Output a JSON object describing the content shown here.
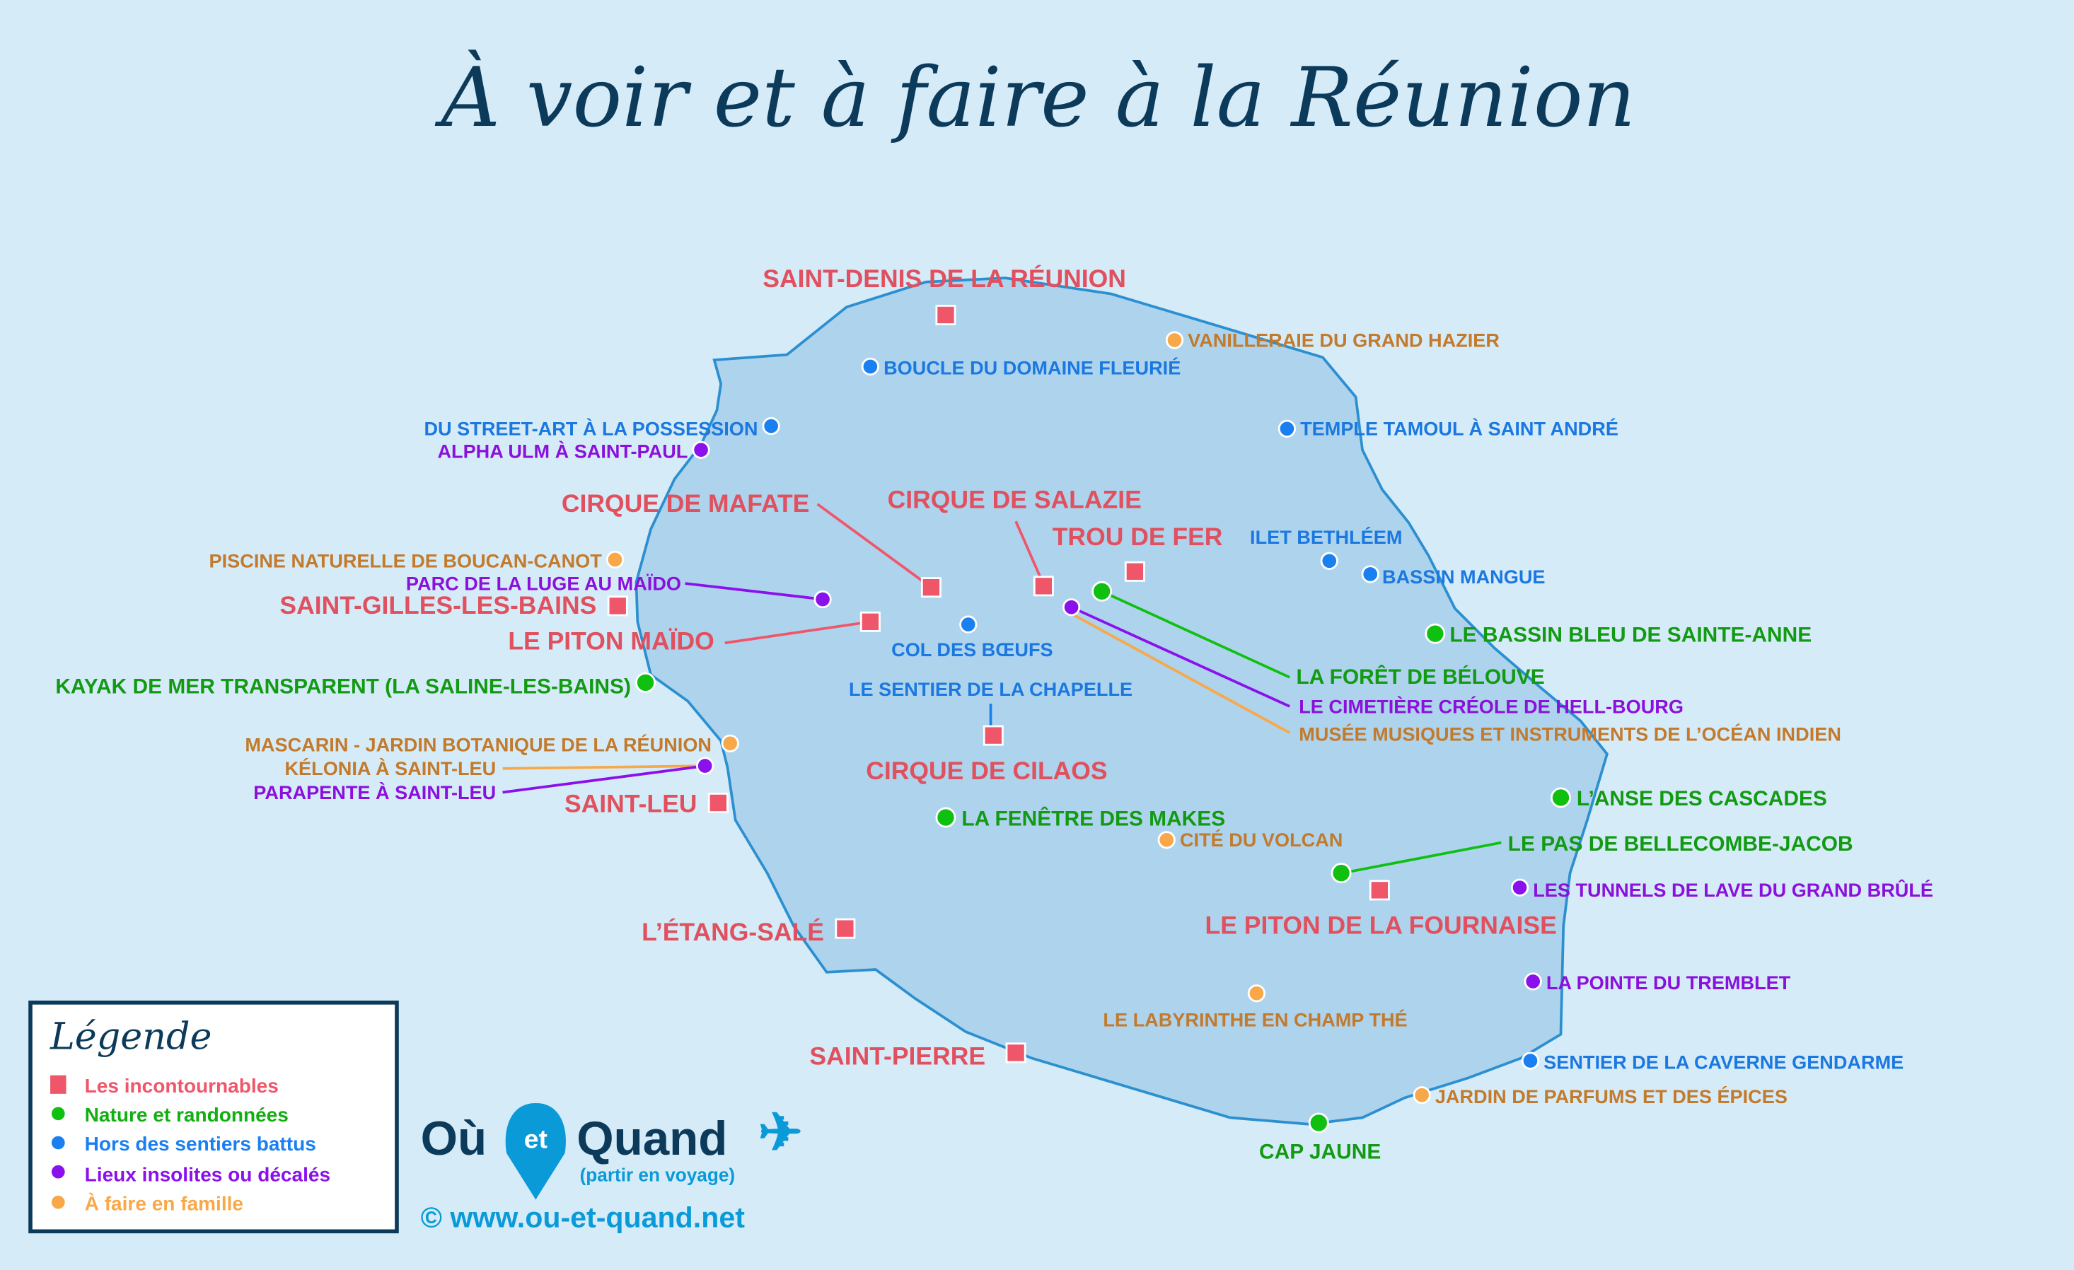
{
  "title": "À voir et à faire à la Réunion",
  "colors": {
    "red": "#f0566a",
    "green": "#10c010",
    "blue": "#1a7ff0",
    "purple": "#8a10ec",
    "orange": "#f8a848",
    "sea": "#d6ebf8",
    "island": "#aed3ec",
    "navy": "#0c3a5a"
  },
  "legend": {
    "title": "Légende",
    "items": [
      "Les incontournables",
      "Nature et randonnées",
      "Hors des sentiers battus",
      "Lieux insolites ou décalés",
      "À faire en famille"
    ]
  },
  "places": {
    "saint_denis": "SAINT-DENIS DE LA RÉUNION",
    "vanilleraie": "VANILLERAIE DU GRAND HAZIER",
    "boucle": "BOUCLE DU DOMAINE FLEURIÉ",
    "street_art": "DU STREET-ART À LA POSSESSION",
    "temple": "TEMPLE TAMOUL À SAINT ANDRÉ",
    "alpha_ulm": "ALPHA ULM À SAINT-PAUL",
    "mafate": "CIRQUE DE MAFATE",
    "salazie": "CIRQUE DE SALAZIE",
    "trou_de_fer": "TROU DE FER",
    "ilet": "ILET BETHLÉEM",
    "bassin_mangue": "BASSIN MANGUE",
    "piscine": "PISCINE NATURELLE DE BOUCAN-CANOT",
    "luge": "PARC DE LA LUGE AU MAÏDO",
    "saint_gilles": "SAINT-GILLES-LES-BAINS",
    "piton_maido": "LE PITON MAÏDO",
    "col": "COL DES BŒUFS",
    "bassin_bleu": "LE BASSIN BLEU DE SAINTE-ANNE",
    "kayak": "KAYAK DE MER TRANSPARENT (LA SALINE-LES-BAINS)",
    "belouve": "LA FORÊT DE BÉLOUVE",
    "chapelle": "LE SENTIER DE LA CHAPELLE",
    "cimetiere": "LE CIMETIÈRE CRÉOLE DE HELL-BOURG",
    "musee": "MUSÉE MUSIQUES ET INSTRUMENTS DE L’OCÉAN INDIEN",
    "mascarin": "MASCARIN - JARDIN BOTANIQUE DE LA RÉUNION",
    "cilaos": "CIRQUE DE CILAOS",
    "kelonia": "KÉLONIA À SAINT-LEU",
    "parapente": "PARAPENTE À SAINT-LEU",
    "saint_leu": "SAINT-LEU",
    "anse": "L’ANSE DES CASCADES",
    "makes": "LA FENÊTRE DES MAKES",
    "cite": "CITÉ DU VOLCAN",
    "bellecombe": "LE PAS DE BELLECOMBE-JACOB",
    "tunnels": "LES TUNNELS DE LAVE DU GRAND BRÛLÉ",
    "etang": "L’ÉTANG-SALÉ",
    "fournaise": "LE PITON DE LA FOURNAISE",
    "tremblet": "LA POINTE DU TREMBLET",
    "labyrinthe": "LE LABYRINTHE EN CHAMP THÉ",
    "saint_pierre": "SAINT-PIERRE",
    "caverne": "SENTIER DE LA CAVERNE GENDARME",
    "jardin_parfums": "JARDIN DE PARFUMS ET DES ÉPICES",
    "cap_jaune": "CAP JAUNE"
  },
  "logo": {
    "ou": "Où",
    "et": "et",
    "quand": "Quand",
    "tagline": "(partir en voyage)"
  },
  "url": "© www.ou-et-quand.net"
}
